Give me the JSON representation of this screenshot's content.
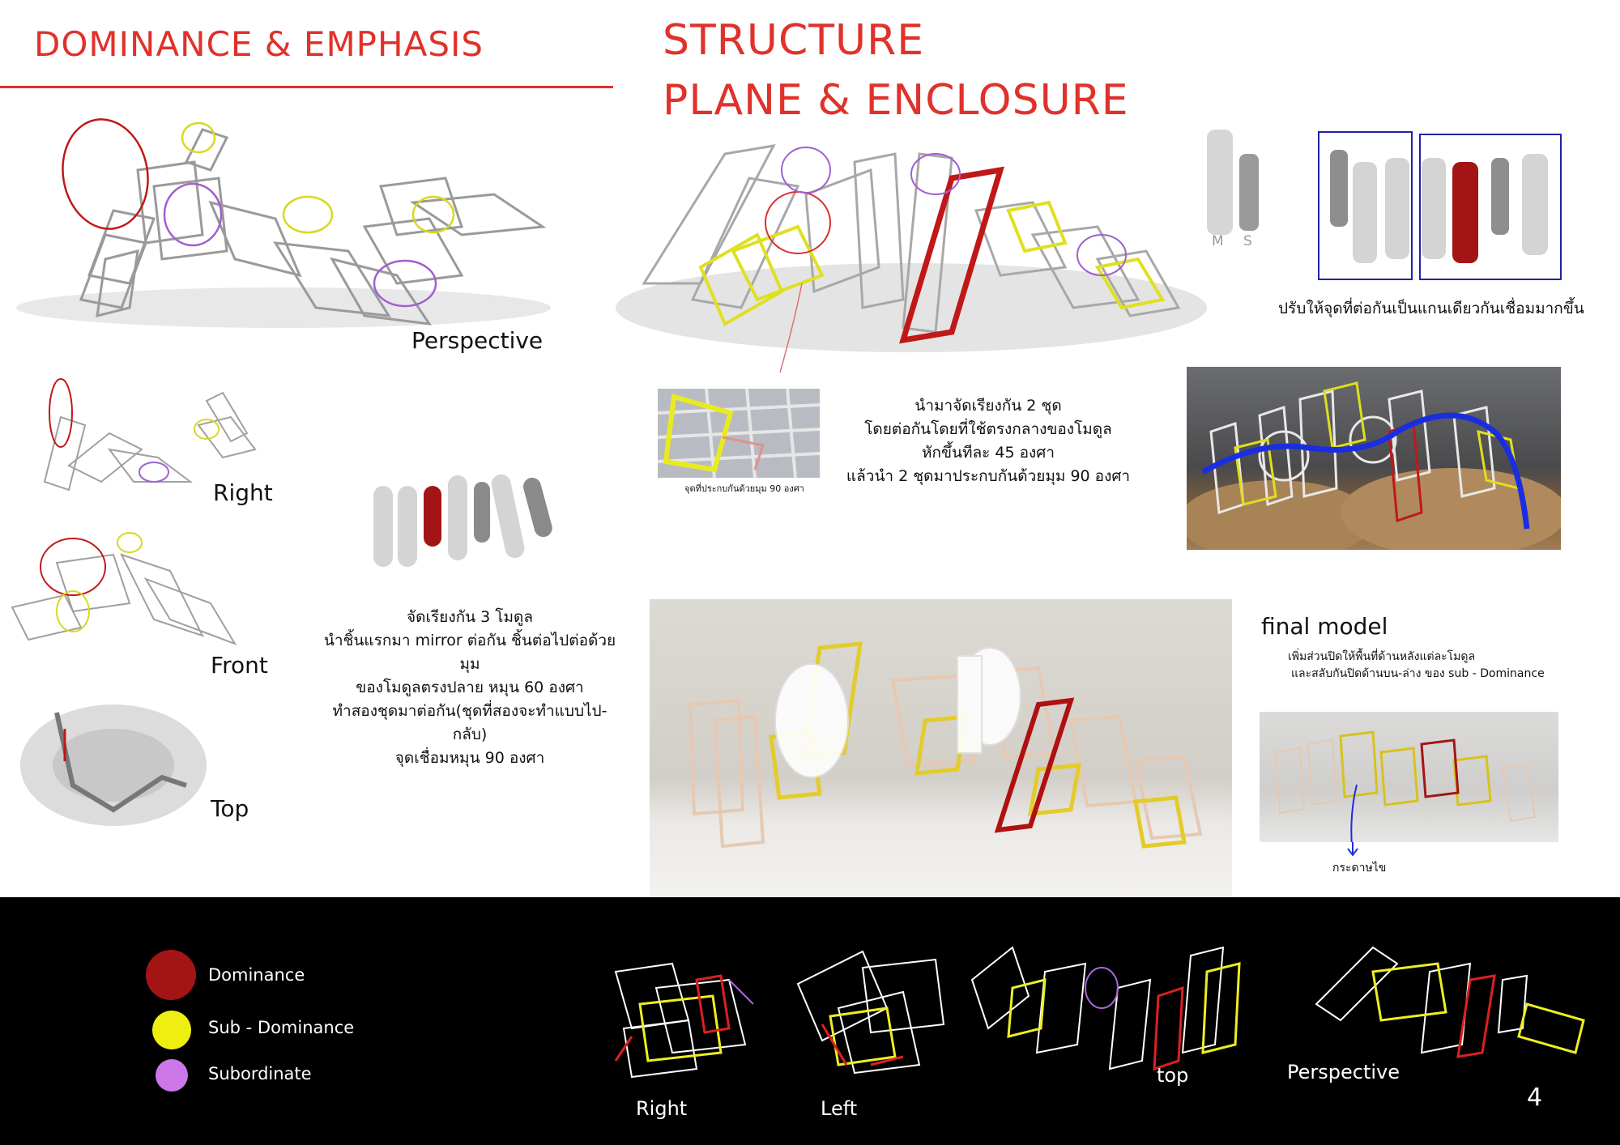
{
  "titles": {
    "left": "DOMINANCE & EMPHASIS",
    "right_line1": "STRUCTURE",
    "right_line2": "PLANE & ENCLOSURE"
  },
  "views": {
    "perspective": "Perspective",
    "right": "Right",
    "front": "Front",
    "top": "Top"
  },
  "ms": {
    "m": "M",
    "s": "S"
  },
  "notes": {
    "align_axis": "ปรับให้จุดที่ต่อกันเป็นแกนเดียวกันเชื่อมมากขึ้น",
    "connection_caption": "จุดที่ประกบกันด้วยมุม 90 องศา",
    "arrange_two": [
      "นำมาจัดเรียงกัน 2 ชุด",
      "โดยต่อกันโดยที่ใช้ตรงกลางของโมดูล",
      "หักขึ้นทีละ 45 องศา",
      "แล้วนำ 2 ชุดมาประกบกันด้วยมุม 90 องศา"
    ],
    "arrange_three": [
      "จัดเรียงกัน 3 โมดูล",
      "นำชิ้นแรกมา mirror ต่อกัน ชิ้นต่อไปต่อด้วยมุม",
      "ของโมดูลตรงปลาย หมุน 60 องศา",
      "ทำสองชุดมาต่อกัน(ชุดที่สองจะทำแบบไป-กลับ)",
      "จุดเชื่อมหมุน 90 องศา"
    ],
    "final_model": "final model",
    "final_desc": [
      "เพิ่มส่วนปิดให้พื้นที่ด้านหลังแต่ละโมดูล",
      "และสลับกันปิดด้านบน-ล่าง ของ sub - Dominance"
    ],
    "paper": "กระดาษไข"
  },
  "legend": [
    {
      "label": "Dominance",
      "color": "#a31515"
    },
    {
      "label": "Sub - Dominance",
      "color": "#eeee11"
    },
    {
      "label": "Subordinate",
      "color": "#cc77e8"
    }
  ],
  "footer_views": {
    "right": "Right",
    "left": "Left",
    "top": "top",
    "perspective": "Perspective"
  },
  "page_number": "4",
  "colors": {
    "accent_red": "#e0312b",
    "dominance": "#a31515",
    "sub_dominance": "#eeee11",
    "subordinate": "#cc77e8"
  }
}
